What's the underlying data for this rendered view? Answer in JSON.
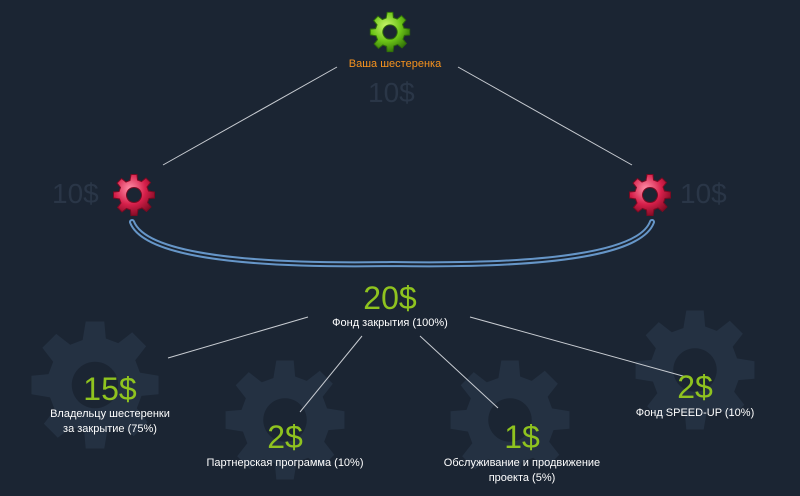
{
  "colors": {
    "background": "#1b2533",
    "accent_green": "#8fc31f",
    "title_orange": "#f7931e",
    "gear_green": "#6cc417",
    "gear_red": "#d61f4a",
    "connector": "#c8ccd2",
    "arc": "#3a6fa8",
    "ghost_text": "#2a3647"
  },
  "top": {
    "icon": "green-gear-icon",
    "label": "Ваша шестеренка",
    "ghost_amount": "10$"
  },
  "left_child": {
    "icon": "red-gear-icon",
    "ghost_amount": "10$"
  },
  "right_child": {
    "icon": "red-gear-icon",
    "ghost_amount": "10$"
  },
  "fund": {
    "amount": "20$",
    "label": "Фонд закрытия (100%)"
  },
  "splits": [
    {
      "amount": "15$",
      "label": "Владельцу шестеренки\nза закрытие (75%)"
    },
    {
      "amount": "2$",
      "label": "Партнерская программа (10%)"
    },
    {
      "amount": "1$",
      "label": "Обслуживание и продвижение\nпроекта (5%)"
    },
    {
      "amount": "2$",
      "label": "Фонд SPEED-UP (10%)"
    }
  ]
}
